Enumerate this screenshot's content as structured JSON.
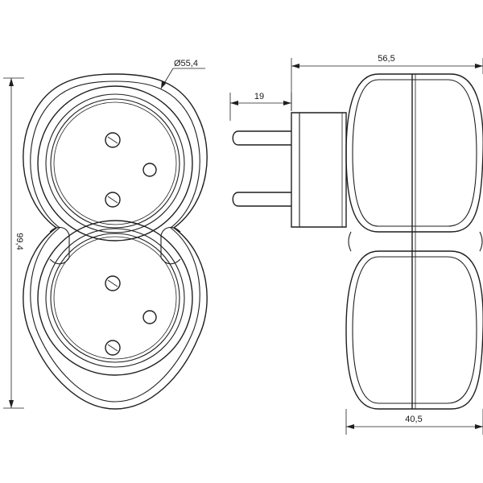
{
  "dimensions": {
    "diameter": "Ø55,4",
    "height": "99,4",
    "pin_length": "19",
    "depth_total": "56,5",
    "depth_body": "40,5"
  }
}
